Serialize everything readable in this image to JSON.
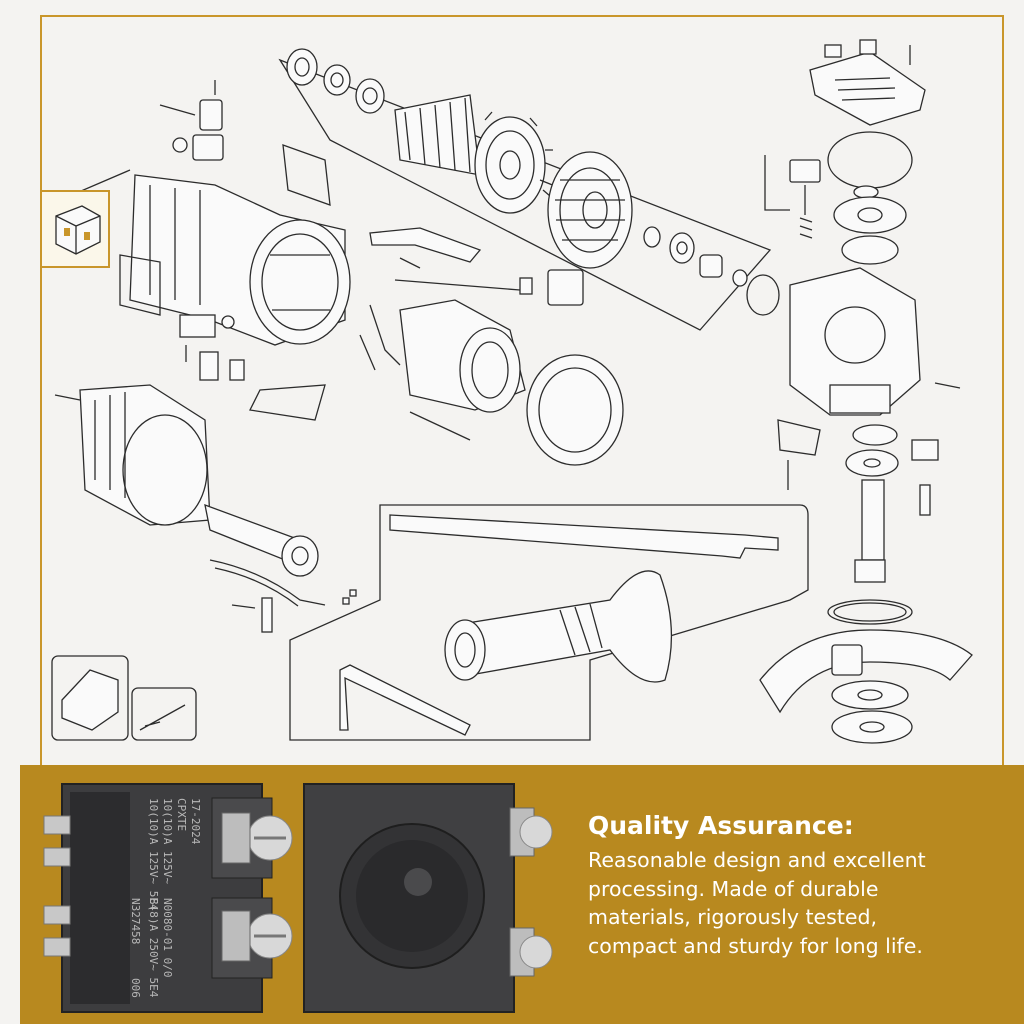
{
  "qa": {
    "title": "Quality Assurance:",
    "body": "Reasonable design and excellent\nprocessing. Made of durable\nmaterials, rigorously tested,\ncompact and sturdy for long life."
  },
  "switch_label": {
    "line1": "17-2024",
    "line2": "CPXTE",
    "line3": "10(10)A 125V~",
    "line4": "10(10)A 125V~ 5E4",
    "line5": "N0080-01 0/0",
    "line6": "8(8)A 250V~ 5E4",
    "line7": "N327458",
    "line8": "006"
  },
  "colors": {
    "accent": "#c9962b",
    "band": "#b8891f",
    "background": "#f4f3f1",
    "text_on_band": "#ffffff"
  }
}
